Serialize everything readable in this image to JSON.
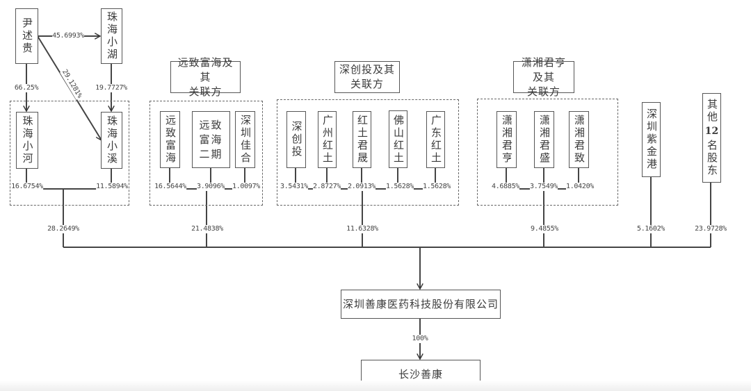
{
  "top_persons": {
    "yin": "尹述贵",
    "zhuhai_xiaohu": "珠海小湖",
    "zhuhai_xiaohe": "珠海小河",
    "zhuhai_xiaoxi": "珠海小溪"
  },
  "top_percents": {
    "yin_to_xiaohu": "45.6993%",
    "yin_to_xiaohe": "66.25%",
    "yin_to_xiaoxi": "29.1281%",
    "xiaohu_to_xiaoxi": "19.7727%",
    "xiaohe": "16.6754%",
    "xiaoxi": "11.5894%"
  },
  "groups": {
    "yuanzhi": {
      "title": "远致富海及其关联方",
      "members": [
        {
          "name": "远致富海",
          "pct": "16.5644%"
        },
        {
          "name": "远致富海二期",
          "pct": "3.9096%"
        },
        {
          "name": "深圳佳合",
          "pct": "1.0097%"
        }
      ]
    },
    "shenchuangtou": {
      "title": "深创投及其关联方",
      "members": [
        {
          "name": "深创投",
          "pct": "3.5431%"
        },
        {
          "name": "广州红土",
          "pct": "2.8727%"
        },
        {
          "name": "红土君晟",
          "pct": "2.0913%"
        },
        {
          "name": "佛山红土",
          "pct": "1.5628%"
        },
        {
          "name": "广东红土",
          "pct": "1.5628%"
        }
      ]
    },
    "xiaoxiang": {
      "title": "潇湘君亨及其关联方",
      "members": [
        {
          "name": "潇湘君亨",
          "pct": "4.6885%"
        },
        {
          "name": "潇湘君盛",
          "pct": "3.7549%"
        },
        {
          "name": "潇湘君致",
          "pct": "1.0420%"
        }
      ]
    }
  },
  "standalone": {
    "zijingang": "深圳紫金港",
    "others_line1": "其他",
    "others_line2": "12",
    "others_line3": "名股东"
  },
  "aggregate_percents": {
    "yin_group": "28.2649%",
    "yuanzhi": "21.4838%",
    "shenchuangtou": "11.6328%",
    "xiaoxiang": "9.4855%",
    "zijingang": "5.1602%",
    "others": "23.9728%"
  },
  "company": "深圳善康医药科技股份有限公司",
  "subsidiary_pct": "100%",
  "subsidiary": "长沙善康"
}
